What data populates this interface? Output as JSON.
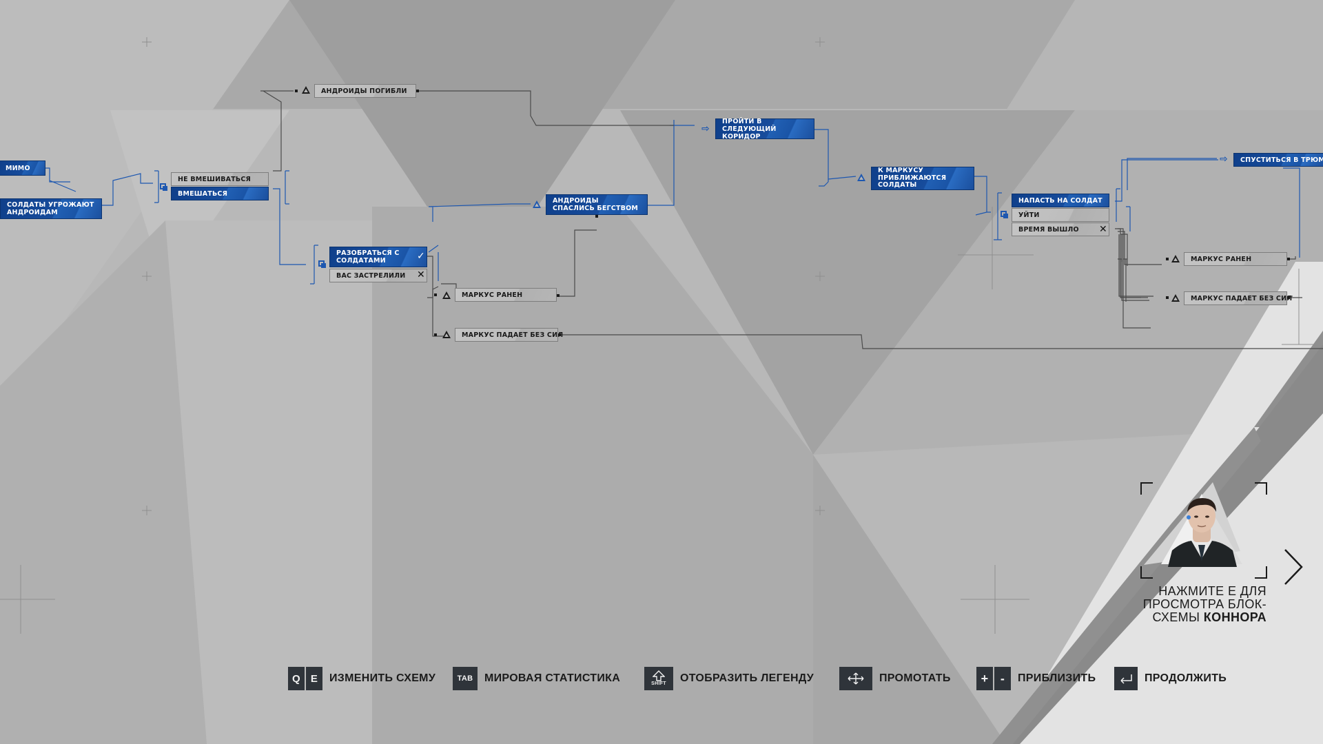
{
  "nodes": {
    "mimo": "МИМО",
    "soldiers_threaten": "СОЛДАТЫ УГРОЖАЮТ АНДРОИДАМ",
    "not_intervene": "НЕ ВМЕШИВАТЬСЯ",
    "intervene": "ВМЕШАТЬСЯ",
    "androids_died": "АНДРОИДЫ ПОГИБЛИ",
    "deal_with_soldiers": "РАЗОБРАТЬСЯ С СОЛДАТАМИ",
    "you_were_shot": "ВАС ЗАСТРЕЛИЛИ",
    "androids_escaped": "АНДРОИДЫ СПАСЛИСЬ БЕГСТВОМ",
    "markus_wounded_1": "МАРКУС РАНЕН",
    "markus_collapses_1": "МАРКУС ПАДАЕТ БЕЗ СИЛ",
    "next_corridor": "ПРОЙТИ В СЛЕДУЮЩИЙ КОРИДОР",
    "soldiers_approach": "К МАРКУСУ ПРИБЛИЖАЮТСЯ СОЛДАТЫ",
    "attack_soldier": "НАПАСТЬ НА СОЛДАТ",
    "leave": "УЙТИ",
    "time_out": "ВРЕМЯ ВЫШЛО",
    "descend_hold": "СПУСТИТЬСЯ В ТРЮМ",
    "markus_wounded_2": "МАРКУС РАНЕН",
    "markus_collapses_2": "МАРКУС ПАДАЕТ БЕЗ СИЛ"
  },
  "hints": [
    {
      "keys": [
        "Q",
        "E"
      ],
      "label": "ИЗМЕНИТЬ СХЕМУ"
    },
    {
      "keys": [
        "TAB"
      ],
      "label": "МИРОВАЯ СТАТИСТИКА"
    },
    {
      "keys": [
        "SHIFT"
      ],
      "label": "ОТОБРАЗИТЬ ЛЕГЕНДУ"
    },
    {
      "keys": [
        "pan-icon"
      ],
      "label": "ПРОМОТАТЬ"
    },
    {
      "keys": [
        "+",
        "-"
      ],
      "label": "ПРИБЛИЗИТЬ"
    },
    {
      "keys": [
        "enter-icon"
      ],
      "label": "ПРОДОЛЖИТЬ"
    }
  ],
  "connor": {
    "line1": "НАЖМИТЕ Е ДЛЯ",
    "line2": "ПРОСМОТРА БЛОК-",
    "line3_prefix": "СХЕМЫ ",
    "line3_name": "КОННОРА"
  },
  "colors": {
    "accent": "#1d57b0",
    "text": "#1b1b1b",
    "key_bg": "#2f343a"
  }
}
